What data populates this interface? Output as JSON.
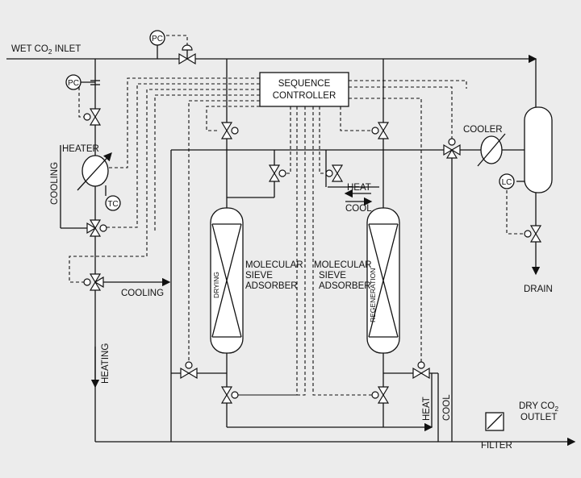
{
  "labels": {
    "wet_inlet": "WET CO",
    "wet_inlet_sub": "2",
    "wet_inlet_tail": " INLET",
    "sequence_controller_line1": "SEQUENCE",
    "sequence_controller_line2": "CONTROLLER",
    "pc_top": "PC",
    "pc_left": "PC",
    "tc": "TC",
    "lc": "LC",
    "heater": "HEATER",
    "cooling_vertical": "COOLING",
    "cooling_horizontal": "COOLING",
    "heating_vertical": "HEATING",
    "cooler": "COOLER",
    "drain": "DRAIN",
    "heat_arrow": "HEAT",
    "cool_arrow": "COOL",
    "heat_vertical": "HEAT",
    "cool_vertical": "COOL",
    "filter": "FILTER",
    "dry_outlet_line1": "DRY CO",
    "dry_outlet_sub": "2",
    "dry_outlet_line2": "OUTLET",
    "drying": "DRYING",
    "regeneration": "REGENERATION",
    "adsorber_left_1": "MOLECULAR",
    "adsorber_left_2": "SIEVE",
    "adsorber_left_3": "ADSORBER",
    "adsorber_right_1": "MOLECULAR",
    "adsorber_right_2": "SIEVE",
    "adsorber_right_3": "ADSORBER"
  },
  "colors": {
    "line": "#111111",
    "background": "#ececec"
  }
}
